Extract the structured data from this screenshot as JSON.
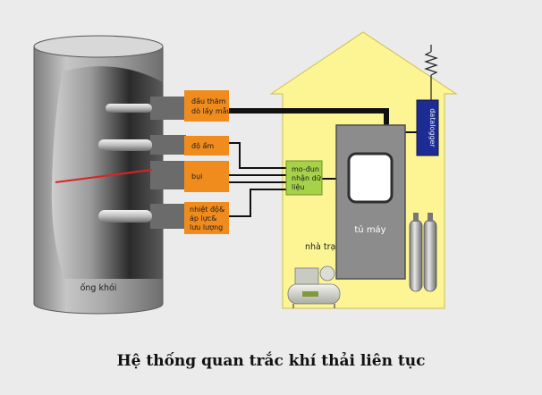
{
  "diagram": {
    "chimney": {
      "label": "ống khói"
    },
    "sensors": {
      "sampling_probe": {
        "lines": [
          "đầu thăm",
          "dò lấy mẫu"
        ]
      },
      "humidity": {
        "lines": [
          "độ ẩm"
        ]
      },
      "dust": {
        "lines": [
          "bụi"
        ]
      },
      "temp_pressure_flow": {
        "lines": [
          "nhiệt độ&",
          "áp lực&",
          "lưu lượng"
        ]
      }
    },
    "module": {
      "lines": [
        "mo-đun",
        "nhận dữ",
        "liệu"
      ]
    },
    "cabinet": {
      "label": "tủ máy"
    },
    "station": {
      "label": "nhà trạm"
    },
    "datalogger": {
      "label": "datalogger"
    }
  },
  "caption": "Hệ thống quan trắc khí thải liên tục",
  "colors": {
    "background": "#ebebeb",
    "house": "#fdf594",
    "sensor_box": "#f08c1e",
    "module": "#a6d24a",
    "cabinet": "#8c8c8c",
    "datalogger": "#1c2c92",
    "laser": "#dd2222"
  }
}
